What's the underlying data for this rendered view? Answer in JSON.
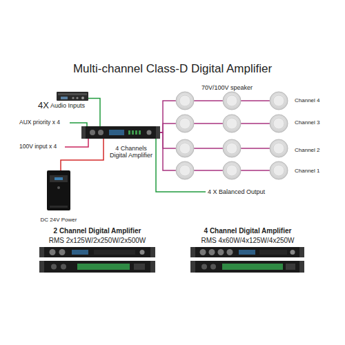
{
  "diagram": {
    "title": "Multi-channel Class-D Digital Amplifier",
    "nodes": [
      {
        "text": [
          "4X",
          "Audio Inputs"
        ]
      },
      {
        "text": [
          "4 Channels Digital Amplifier"
        ]
      },
      {
        "text": [
          "DC 24V Power"
        ]
      },
      {
        "text": [
          "Channel 4"
        ]
      },
      {
        "text": [
          "Channel 3"
        ]
      },
      {
        "text": [
          "Channel 2"
        ]
      },
      {
        "text": [
          "Channel 1"
        ]
      },
      {
        "text": [
          "2 Channel Digital Amplifier",
          "RMS 2x125W/2x250W/2x500W"
        ]
      },
      {
        "text": [
          "4 Channel Digital Amplifier",
          "RMS 4x60W/4x125W/4x250W"
        ]
      }
    ],
    "edges": [
      {
        "from": 0,
        "to": 1,
        "arrow": "none"
      },
      {
        "from": 2,
        "to": 1,
        "arrow": "none"
      },
      {
        "from": 1,
        "to": 3,
        "arrow": "none"
      },
      {
        "from": 1,
        "to": 4,
        "arrow": "none"
      },
      {
        "from": 1,
        "to": 5,
        "arrow": "none"
      },
      {
        "from": 1,
        "to": 6,
        "arrow": "none"
      }
    ],
    "labels": [
      "70V/100V speaker",
      "AUX priority x 4",
      "100V input x 4",
      "4 X Balanced Output"
    ]
  }
}
